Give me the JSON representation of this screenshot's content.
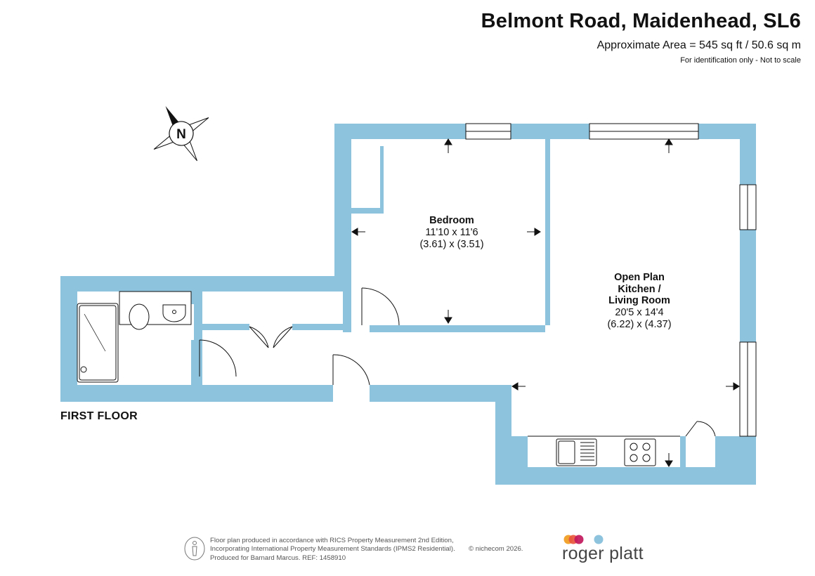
{
  "header": {
    "title": "Belmont Road, Maidenhead, SL6",
    "area": "Approximate Area = 545 sq ft / 50.6 sq m",
    "note": "For identification only - Not to scale"
  },
  "compass": {
    "label": "N",
    "icon": "compass-rose-icon"
  },
  "rooms": {
    "bedroom": {
      "name": "Bedroom",
      "imperial": "11'10 x 11'6",
      "metric": "(3.61) x (3.51)"
    },
    "living": {
      "name_line1": "Open Plan",
      "name_line2": "Kitchen /",
      "name_line3": "Living Room",
      "imperial": "20'5 x 14'4",
      "metric": "(6.22) x (4.37)"
    }
  },
  "floor_label": "FIRST FLOOR",
  "footer": {
    "line1": "Floor plan produced in accordance with RICS Property Measurement 2nd Edition,",
    "line2": "Incorporating International Property Measurement Standards (IPMS2 Residential).",
    "line3": "Produced for Barnard Marcus.   REF:  1458910",
    "copyright": "© nichecom 2026.",
    "logo": "roger platt"
  },
  "colors": {
    "wall": "#8ec3de",
    "ink": "#111111",
    "logo_dots": [
      "#f2a431",
      "#e8573f",
      "#c2185b",
      "#8ec3de"
    ]
  }
}
